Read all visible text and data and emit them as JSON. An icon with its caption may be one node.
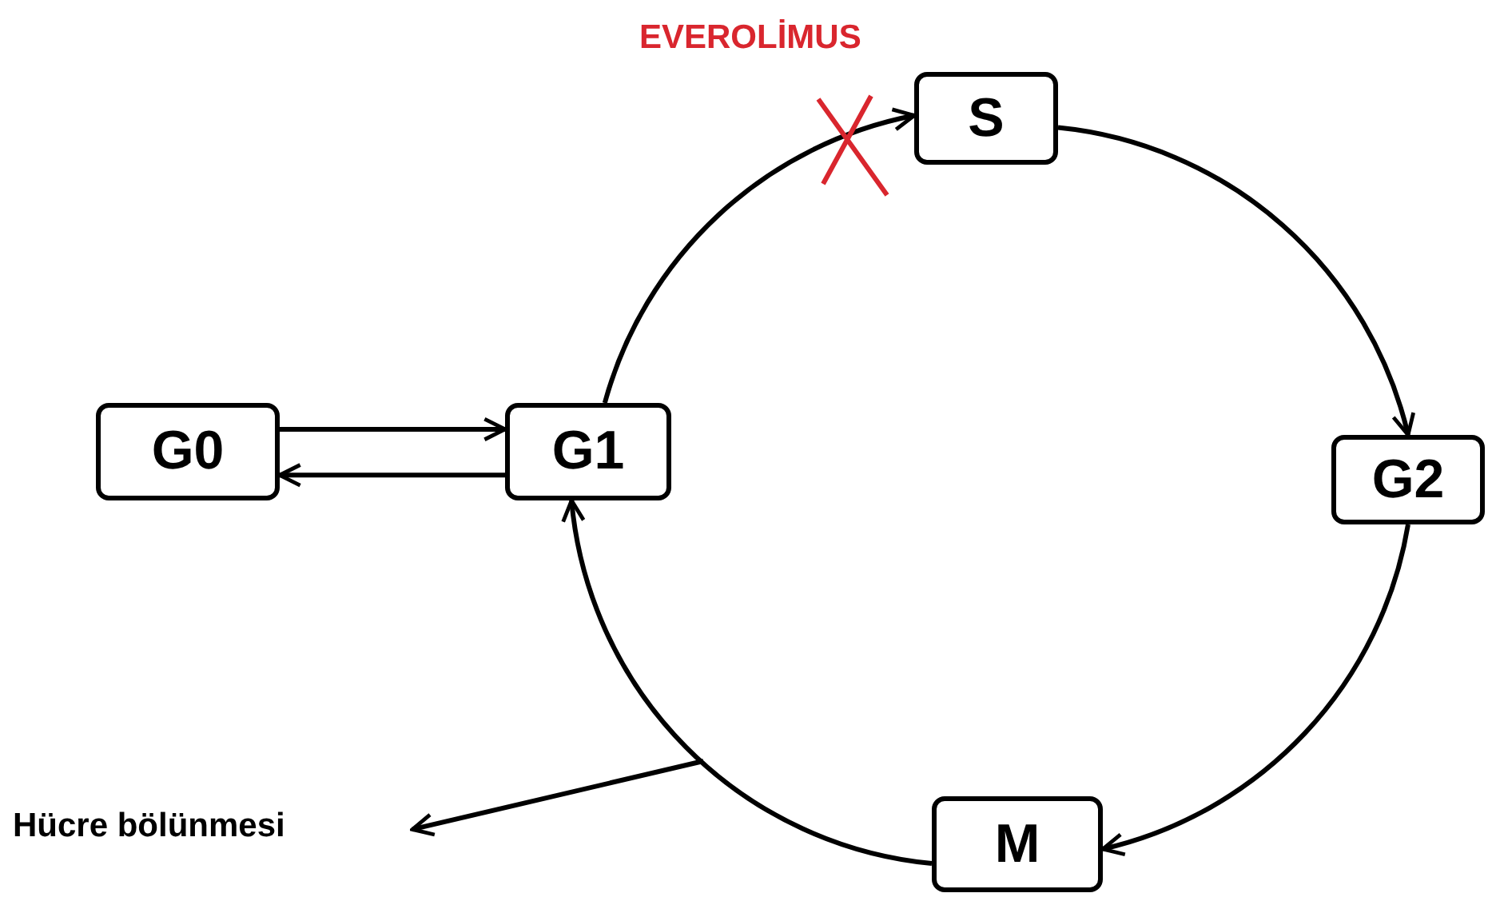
{
  "diagram": {
    "nodes": [
      {
        "text": [
          "G0"
        ]
      },
      {
        "text": [
          "G1"
        ]
      },
      {
        "text": [
          "S"
        ]
      },
      {
        "text": [
          "G2"
        ]
      },
      {
        "text": [
          "M"
        ]
      },
      {
        "text": [
          "Hücre bölünmesi"
        ]
      }
    ],
    "edges": [
      {
        "from": 0,
        "to": 1,
        "arrow": "to"
      },
      {
        "from": 1,
        "to": 0,
        "arrow": "to"
      },
      {
        "from": 1,
        "to": 2,
        "arrow": "to"
      },
      {
        "from": 2,
        "to": 3,
        "arrow": "to"
      },
      {
        "from": 3,
        "to": 4,
        "arrow": "to"
      },
      {
        "from": 4,
        "to": 1,
        "arrow": "to"
      },
      {
        "from": null,
        "to": 5,
        "arrow": "to"
      }
    ],
    "labels": [
      "EVEROLİMUS"
    ]
  }
}
